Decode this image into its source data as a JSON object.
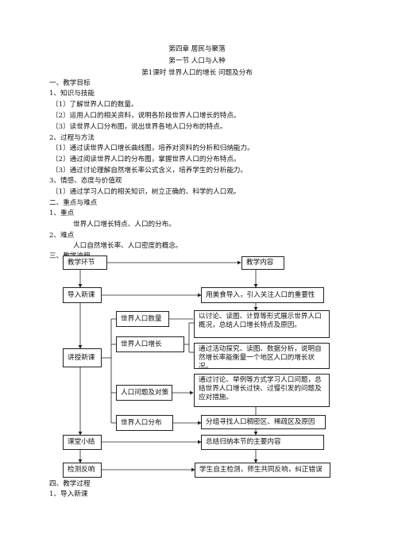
{
  "header": {
    "chapter": "第四章 居民与聚落",
    "section": "第一节 人口与人种",
    "lesson": "第1课时 世界人口的增长 问题及分布"
  },
  "goals": {
    "title": "一、教学目标",
    "knowledge_title": "1、知识与技能",
    "knowledge": [
      "〔1〕了解世界人口的数量。",
      "〔2〕运用人口的相关资料，说明各阶段世界人口增长的特点。",
      "〔3〕读世界人口分布图，说出世界各地人口分布的特点。"
    ],
    "process_title": "2、过程与方法",
    "process": [
      "〔1〕通过读世界人口增长曲线图，培养对资料的分析和归纳能力。",
      "〔2〕通过阅读世界人口的分布图，掌握世界人口的分布特点。",
      "〔3〕通过讨论理解自然增长率公式含义，培养学生的分析能力。"
    ],
    "emotion_title": "3、情感、态度与价值观",
    "emotion": [
      "〔1〕通过学习人口的相关知识，树立正确的、科学的人口观。"
    ]
  },
  "keypoints": {
    "title": "二、重点与难点",
    "key_title": "1、重点",
    "key_text": "世界人口增长特点、人口的分布。",
    "hard_title": "2、难点",
    "hard_text": "人口自然增长率、人口密度的概念。"
  },
  "flow": {
    "title": "三、教学流程",
    "header_left": "教学环节",
    "header_right": "教学内容",
    "intro_left": "导入新课",
    "intro_right": "用美食导入，引入关注人口的重要性",
    "teach_left": "讲授新课",
    "sub": [
      "世界人口数量",
      "世界人口增长",
      "人口问题及对策",
      "世界人口分布"
    ],
    "contents": [
      "以讨论、读图、计算等形式展示世界人口概况，总结人口增长特点及原因。",
      "通过活动探究、读图、数据分析，说明自然增长率能衡量一个地区人口的增长状况。",
      "通过讨论、举例等方式学习人口问题，总结世界人口增长过快、过慢引发的问题及应对措施。",
      "分组寻找人口稠密区、稀疏区及原因"
    ],
    "summary_left": "课堂小结",
    "summary_right": "总结归纳本节的主要内容",
    "test_left": "检测反响",
    "test_right": "学生自主检测，师生共同反响，纠正错误"
  },
  "process": {
    "title": "四、教学过程",
    "first": "1、导入新课"
  }
}
